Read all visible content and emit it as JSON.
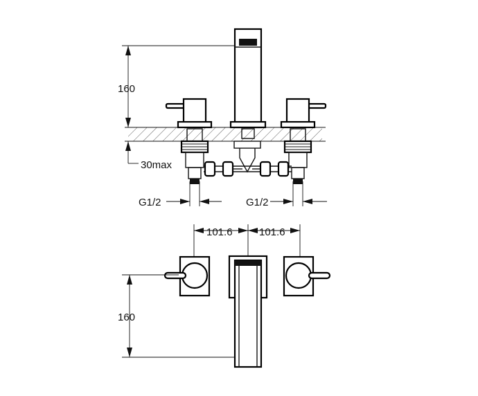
{
  "front_view": {
    "height_dim": "160",
    "depth_dim": "30max",
    "thread_left": "G1/2",
    "thread_right": "G1/2"
  },
  "top_view": {
    "spacing_left": "101.6",
    "spacing_right": "101.6",
    "height_dim": "160"
  }
}
